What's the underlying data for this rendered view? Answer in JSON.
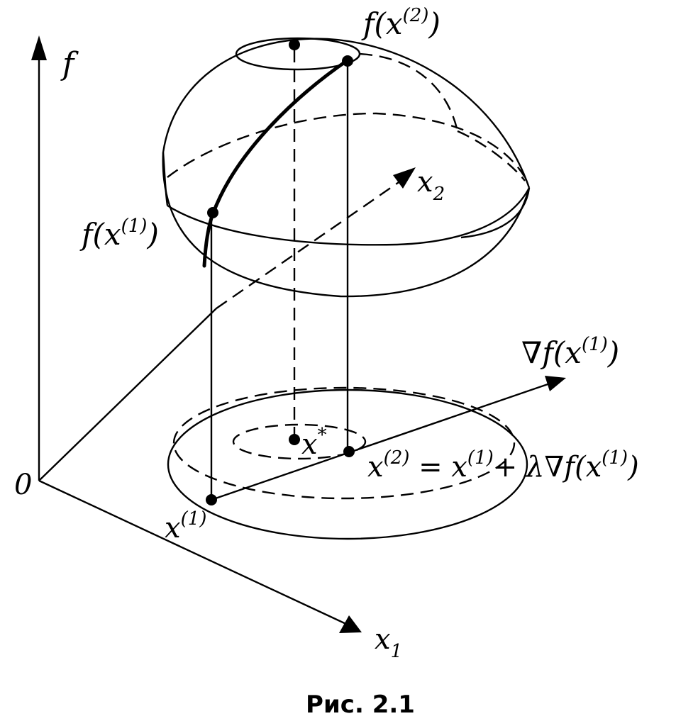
{
  "labels": {
    "axis_f": "f",
    "origin": "0",
    "axis_x1": "x",
    "axis_x1_sub": "1",
    "axis_x2": "x",
    "axis_x2_sub": "2",
    "f_x1_pre": "f(x",
    "f_x1_sup": "(1)",
    "f_x1_post": ")",
    "f_x2_pre": "f(x",
    "f_x2_sup": "(2)",
    "f_x2_post": ")",
    "grad_pre": "∇f(x",
    "grad_sup": "(1)",
    "grad_post": ")",
    "x_star": "x",
    "x_star_sup": "*",
    "x1": "x",
    "x1_sup": "(1)",
    "update_x": "x",
    "update_x_sup": "(2)",
    "update_eq": " = x",
    "update_eq_sup": "(1)",
    "update_plus": "+ λ∇f(x",
    "update_plus_sup": "(1)",
    "update_close": ")"
  },
  "caption": "Рис. 2.1"
}
